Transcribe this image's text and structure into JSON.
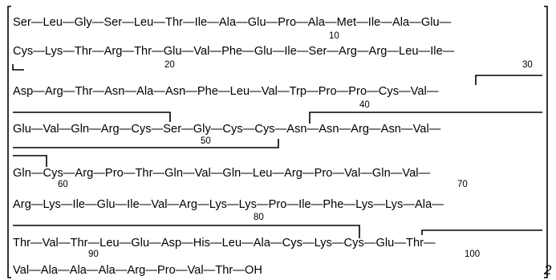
{
  "sequence_lines": [
    "Ser—Leu—Gly—Ser—Leu—Thr—Ile—Ala—Glu—Pro—Ala—Met—Ile—Ala—Glu—",
    "Cys—Lys—Thr—Arg—Thr—Glu—Val—Phe—Glu—Ile—Ser—Arg—Arg—Leu—Ile—",
    "Asp—Arg—Thr—Asn—Ala—Asn—Phe—Leu—Val—Trp—Pro—Pro—Cys—Val—",
    "Glu—Val—Gln—Arg—Cys—Ser—Gly—Cys—Cys—Asn—Asn—Arg—Asn—Val—",
    "Gln—Cys—Arg—Pro—Thr—Gln—Val—Gln—Leu—Arg—Pro—Val—Gln—Val—",
    "Arg—Lys—Ile—Glu—Ile—Val—Arg—Lys—Lys—Pro—Ile—Phe—Lys—Lys—Ala—",
    "Thr—Val—Thr—Leu—Glu—Asp—His—Leu—Ala—Cys—Lys—Cys—Glu—Thr—",
    "Val—Ala—Ala—Ala—Arg—Pro—Val—Thr—OH"
  ],
  "residue_numbers": [
    "10",
    "20",
    "30",
    "40",
    "50",
    "60",
    "70",
    "80",
    "90",
    "100"
  ],
  "dimer_subscript": "2"
}
